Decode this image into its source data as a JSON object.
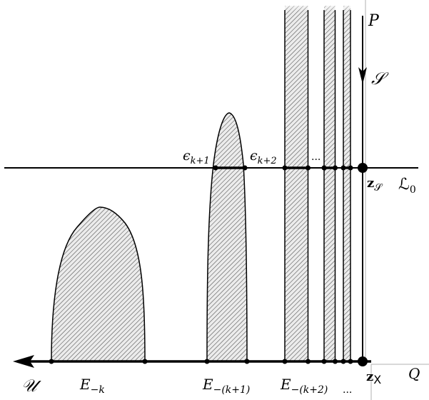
{
  "labels": {
    "P": "P",
    "S": "𝒮",
    "L0_script": "ℒ",
    "L0_sub": "0",
    "zS_z": "z",
    "zS_sub": "𝒮",
    "zX_z": "z",
    "zX_sub": "X",
    "Q": "Q",
    "U": "𝒰",
    "eps1": "ϵ",
    "eps1_sub": "k+1",
    "eps2": "ϵ",
    "eps2_sub": "k+2",
    "dots_top": "...",
    "E": "E",
    "E1_sub": "−k",
    "E2_sub": "−(k+1)",
    "E3_sub": "−(k+2)",
    "dots_bottom": "..."
  },
  "colors": {
    "ink": "#000000",
    "hatch": "#444444",
    "fill": "#e9e9e9"
  }
}
